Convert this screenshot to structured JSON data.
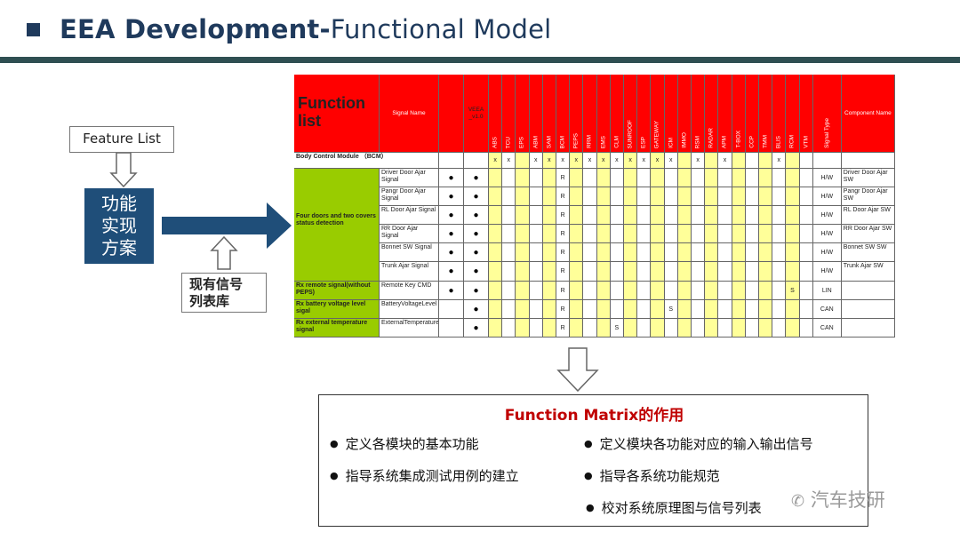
{
  "title": {
    "bold": "EEA Development-",
    "rest": "Functional Model"
  },
  "feature_list": "Feature List",
  "func_impl": [
    "功能",
    "实现",
    "方案"
  ],
  "signal_lib": [
    "现有信号",
    "列表库"
  ],
  "matrix": {
    "function_list": [
      "Function",
      "list"
    ],
    "signal_name": "Signal Name",
    "veea": "VEEA _v1.0",
    "ecus": [
      "ABS",
      "TCU",
      "EPS",
      "ABM",
      "SAM",
      "BCM",
      "PEPS",
      "RRM",
      "EMS",
      "CLM",
      "SUNROOF",
      "ESP",
      "GATEWAY",
      "ICM",
      "IMMO",
      "RSM",
      "RADAR",
      "APM",
      "T-BOX",
      "CCP",
      "TMM",
      "BLIS",
      "RCM",
      "VTM"
    ],
    "signal_type": "Signal Type",
    "component_name": "Component Name",
    "bcm_row": {
      "label": "Body Control Module （BCM）",
      "marks": [
        "x",
        "x",
        "",
        "x",
        "x",
        "x",
        "x",
        "x",
        "x",
        "x",
        "x",
        "x",
        "x",
        "x",
        "",
        "x",
        "",
        "x",
        "",
        "",
        "",
        "x",
        "",
        ""
      ]
    },
    "group1": "Four doors and two covers status detection",
    "rows": [
      {
        "signal": "Driver Door Ajar Signal",
        "d1": "●",
        "d2": "●",
        "cells": {
          "5": "R"
        },
        "type": "H/W",
        "comp": "Driver Door Ajar SW"
      },
      {
        "signal": "Pangr Door Ajar Signal",
        "d1": "●",
        "d2": "●",
        "cells": {
          "5": "R"
        },
        "type": "H/W",
        "comp": "Pangr Door Ajar SW"
      },
      {
        "signal": "RL Door Ajar Signal",
        "d1": "●",
        "d2": "●",
        "cells": {
          "5": "R"
        },
        "type": "H/W",
        "comp": "RL Door Ajar SW"
      },
      {
        "signal": "RR Door Ajar Signal",
        "d1": "●",
        "d2": "●",
        "cells": {
          "5": "R"
        },
        "type": "H/W",
        "comp": "RR Door Ajar SW"
      },
      {
        "signal": "Bonnet SW Signal",
        "d1": "●",
        "d2": "●",
        "cells": {
          "5": "R"
        },
        "type": "H/W",
        "comp": "Bonnet SW SW"
      },
      {
        "signal": "Trunk Ajar Signal",
        "d1": "●",
        "d2": "●",
        "cells": {
          "5": "R"
        },
        "type": "H/W",
        "comp": "Trunk Ajar SW"
      },
      {
        "group": "Rx remote signal(without PEPS)",
        "signal": "Remote Key CMD",
        "d1": "●",
        "d2": "●",
        "cells": {
          "5": "R",
          "22": "S"
        },
        "type": "LIN",
        "comp": ""
      },
      {
        "group": "Rx battery voltage level sigal",
        "signal": "BatteryVoltageLevel",
        "d1": "",
        "d2": "●",
        "cells": {
          "5": "R",
          "13": "S"
        },
        "type": "CAN",
        "comp": ""
      },
      {
        "group": "Rx external temperature signal",
        "signal": "ExternalTemperature(℉)",
        "d1": "",
        "d2": "●",
        "cells": {
          "5": "R",
          "9": "S"
        },
        "type": "CAN",
        "comp": ""
      }
    ]
  },
  "purpose": {
    "title": "Function Matrix的作用",
    "bullet": "●",
    "items": [
      "定义各模块的基本功能",
      "定义模块各功能对应的输入输出信号",
      "指导系统集成测试用例的建立",
      "指导各系统功能规范",
      "校对系统原理图与信号列表"
    ]
  },
  "watermark": "汽车技研"
}
